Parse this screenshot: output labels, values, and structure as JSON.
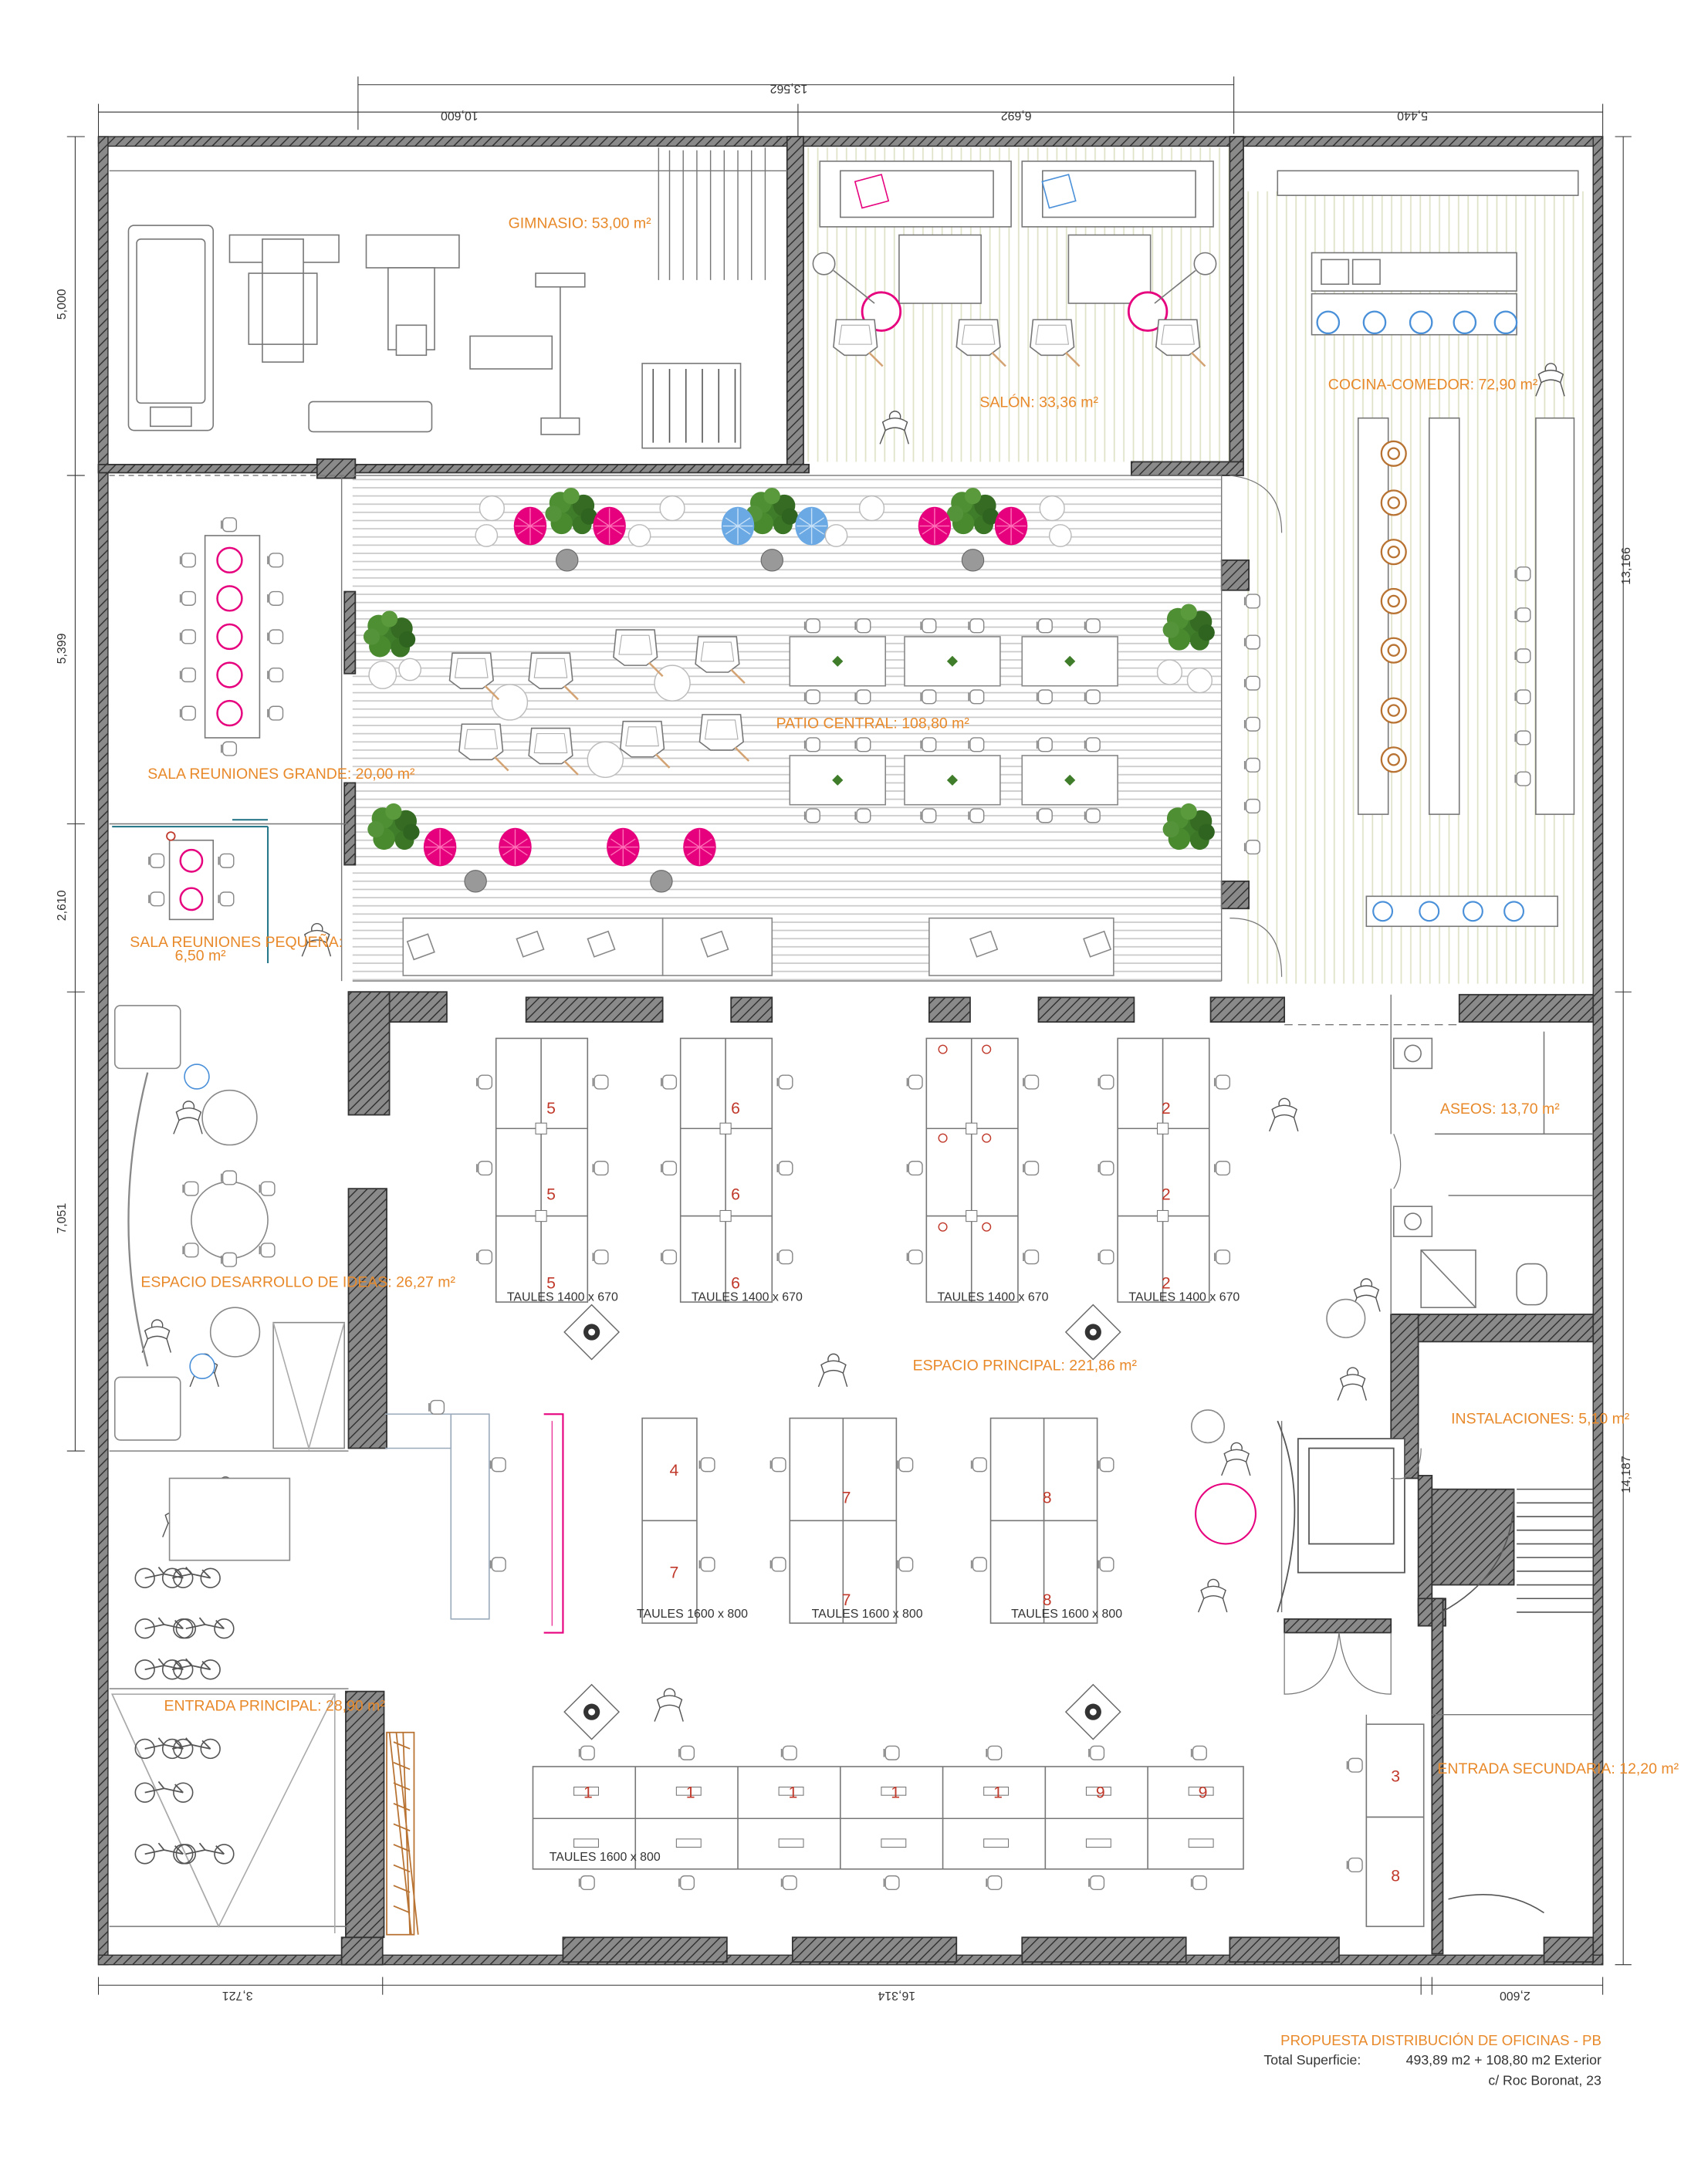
{
  "colors": {
    "wall": "#444444",
    "wall_fill": "#6a6a6a",
    "label": "#e8892a",
    "furniture": "#888888",
    "desk_number": "#c0392b",
    "magenta": "#e6007e",
    "blue": "#4a90d9",
    "plant": "#3f7d2a",
    "partition": "#2b7a8c"
  },
  "rooms": {
    "gimnasio": "GIMNASIO: 53,00 m²",
    "salon": "SALÓN: 33,36 m²",
    "cocina": "COCINA-COMEDOR: 72,90 m²",
    "sala_grande": "SALA REUNIONES GRANDE: 20,00 m²",
    "patio": "PATIO CENTRAL: 108,80 m²",
    "sala_pequena_1": "SALA REUNIONES PEQUEÑA:",
    "sala_pequena_2": "6,50 m²",
    "aseos": "ASEOS: 13,70 m²",
    "espacio_ideas": "ESPACIO DESARROLLO DE IDEAS: 26,27 m²",
    "espacio_principal": "ESPACIO PRINCIPAL: 221,86 m²",
    "instalaciones": "INSTALACIONES: 5,10 m²",
    "entrada_principal": "ENTRADA PRINCIPAL: 28,90 m²",
    "entrada_secundaria": "ENTRADA SECUNDARIA: 12,20 m²"
  },
  "dimensions": {
    "top_total": "13,562",
    "top_a": "10,600",
    "top_b": "6,692",
    "top_c": "5,440",
    "left_a": "5,000",
    "left_b": "5,399",
    "left_c": "2,610",
    "left_d": "7,051",
    "right_a": "13,166",
    "right_b": "14,187",
    "bottom_a": "3,721",
    "bottom_b": "16,314",
    "bottom_c": "2,600"
  },
  "desks": {
    "table_1400": "TAULES 1400 x 670",
    "table_1600": "TAULES 1600 x 800",
    "col_a": "5",
    "col_b": "6",
    "col_c": "2",
    "mid_a": "4",
    "mid_b": "7",
    "mid_c": "8",
    "bottom_1": "1",
    "bottom_9": "9",
    "right_3": "3",
    "right_8": "8"
  },
  "title_block": {
    "title": "PROPUESTA DISTRIBUCIÓN DE OFICINAS - PB",
    "surface_label": "Total Superficie:",
    "surface_value": "493,89 m2 + 108,80 m2 Exterior",
    "address": "c/ Roc Boronat, 23"
  }
}
